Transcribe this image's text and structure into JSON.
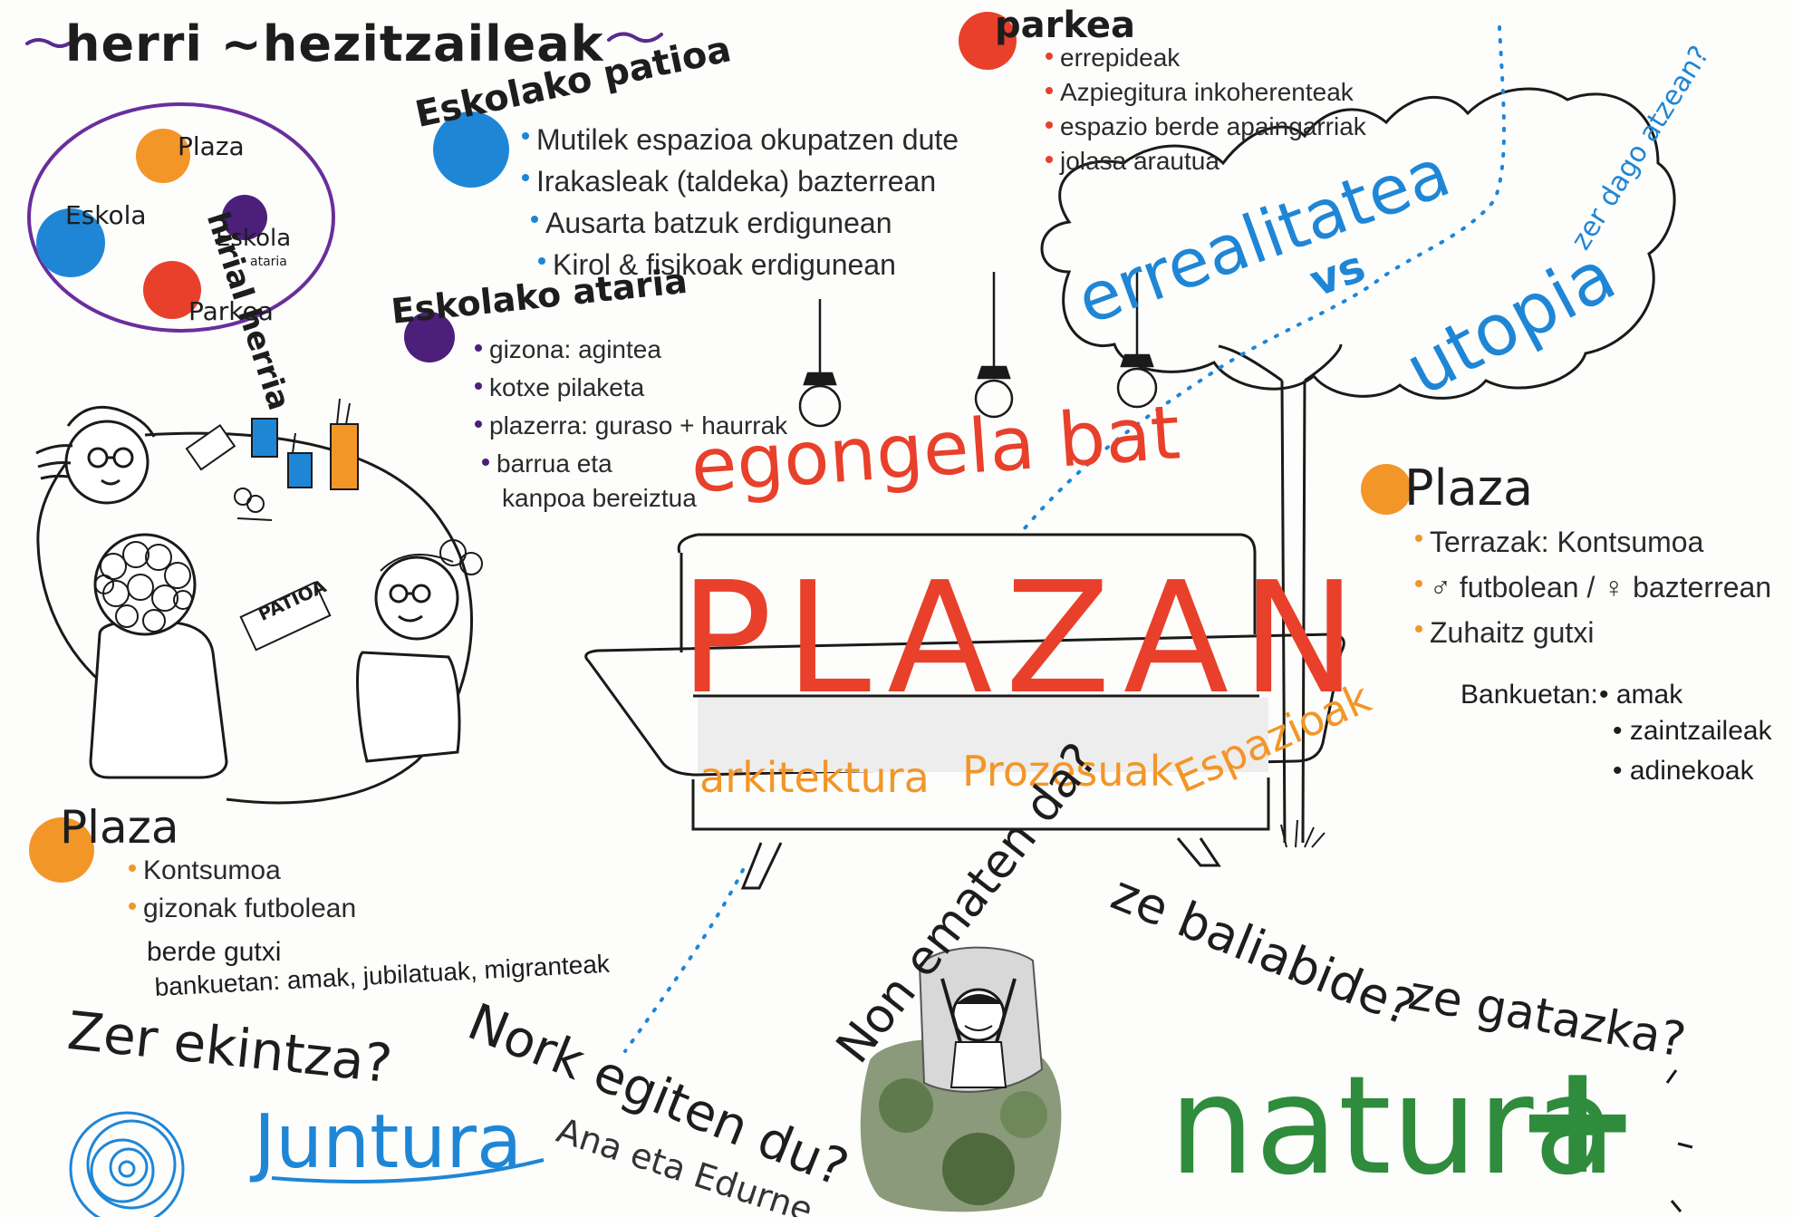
{
  "colors": {
    "red": "#e8402a",
    "orange": "#f0962a",
    "blue": "#1f86d6",
    "purple": "#5a2a8c",
    "green": "#2f8c3c",
    "dark": "#1d1d1d"
  },
  "title": "herri ~hezitzaileak",
  "circle": {
    "label": "hiriaI herria",
    "nodes": [
      "Plaza",
      "Eskola",
      "Eskola",
      "ataria",
      "Parkea"
    ]
  },
  "patio": {
    "title": "Eskolako patioa",
    "items": [
      "Mutilek espazioa okupatzen dute",
      "Irakasleak (taldeka) bazterrean",
      "Ausarta batzuk erdigunean",
      "Kirol & fisikoak erdigunean"
    ]
  },
  "ataria": {
    "title": "Eskolako ataria",
    "items": [
      "gizona: agintea",
      "kotxe pilaketa",
      "plazerra: guraso + haurrak",
      "barrua eta",
      "kanpoa bereiztua"
    ]
  },
  "parkea": {
    "title": "parkea",
    "items": [
      "errepideak",
      "Azpiegitura inkoherenteak",
      "espazio berde apaingarriak",
      "jolasa arautua"
    ]
  },
  "cloud": {
    "line1": "errealitatea",
    "line2": "vs",
    "line3": "utopia",
    "side": "zer dago atzean?"
  },
  "center": {
    "line1": "egongela bat",
    "line2": "PLAZAN",
    "w1": "arkitektura",
    "w2": "Prozesuak",
    "w3": "Espazioak",
    "sign": "PATIOA"
  },
  "plaza_right": {
    "title": "Plaza",
    "items": [
      "Terrazak: Kontsumoa",
      "♂ futbolean / ♀ bazterrean",
      "Zuhaitz gutxi"
    ],
    "bank_label": "Bankuetan:",
    "bank_items": [
      "• amak",
      "• zaintzaileak",
      "• adinekoak"
    ]
  },
  "plaza_left": {
    "title": "Plaza",
    "items": [
      "Kontsumoa",
      "gizonak futbolean"
    ],
    "extra1": "berde gutxi",
    "extra2": "bankuetan: amak, jubilatuak, migranteak"
  },
  "questions": {
    "q1": "Zer ekintza?",
    "q2": "Nork egiten du?",
    "q3": "Non ematen da?",
    "q4": "ze baliabide?",
    "q5": "ze gatazka?"
  },
  "footer": {
    "logo": "Juntura",
    "authors": "Ana eta Edurne",
    "natura": "natura",
    "plus": "+"
  }
}
